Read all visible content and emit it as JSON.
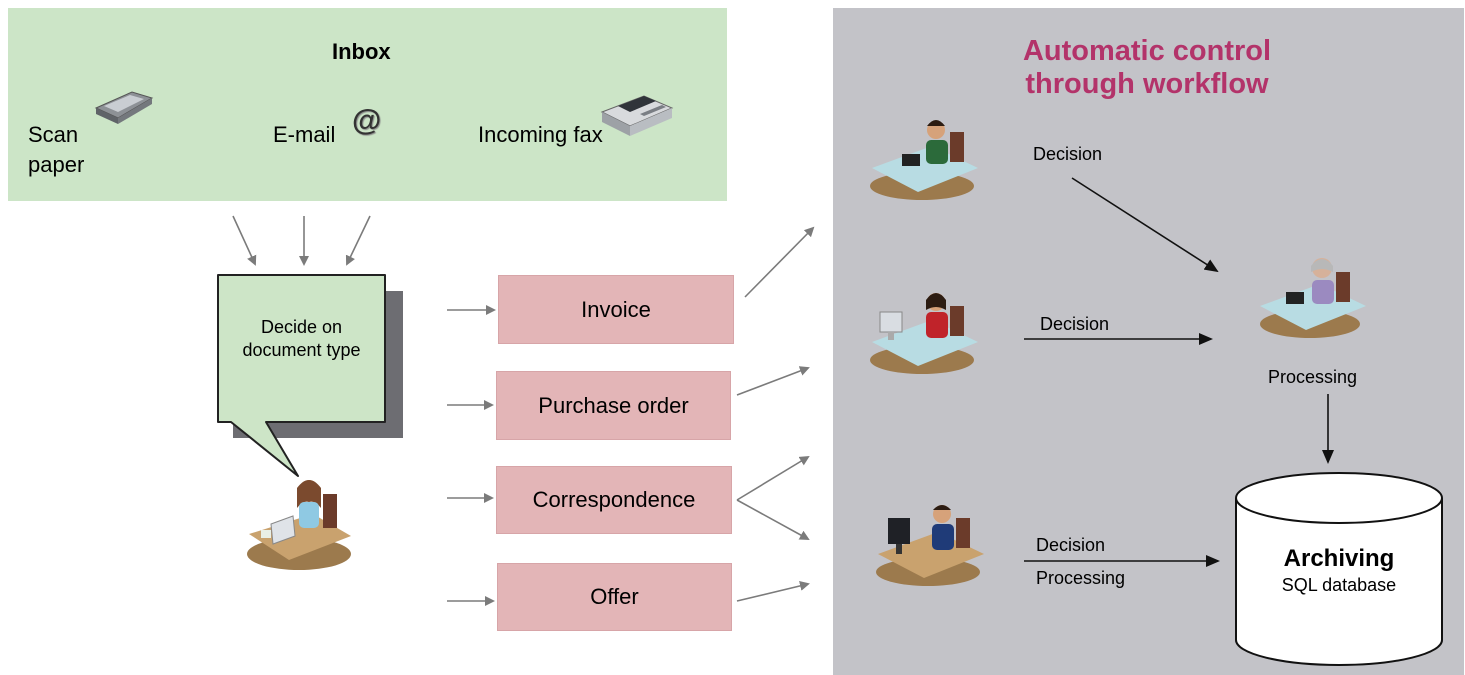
{
  "inbox": {
    "title": "Inbox",
    "sources": {
      "scan_line1": "Scan",
      "scan_line2": "paper",
      "email": "E-mail",
      "email_symbol": "@",
      "fax": "Incoming fax"
    }
  },
  "decision_bubble": {
    "line1": "Decide on",
    "line2": "document type"
  },
  "document_types": [
    "Invoice",
    "Purchase order",
    "Correspondence",
    "Offer"
  ],
  "workflow": {
    "title_line1": "Automatic control",
    "title_line2": "through workflow",
    "labels": {
      "decision_top": "Decision",
      "decision_middle": "Decision",
      "decision_bottom": "Decision",
      "processing_bottom": "Processing",
      "processing_right": "Processing"
    },
    "archive": {
      "title": "Archiving",
      "subtitle": "SQL database"
    }
  },
  "colors": {
    "inbox_bg": "#cce5c7",
    "workflow_bg": "#c3c3c8",
    "doc_box": "#e3b5b7",
    "workflow_title": "#b3336a"
  },
  "icons": [
    "scanner-icon",
    "email-at-icon",
    "fax-machine-icon",
    "person-at-desk-icon",
    "database-cylinder-icon"
  ]
}
